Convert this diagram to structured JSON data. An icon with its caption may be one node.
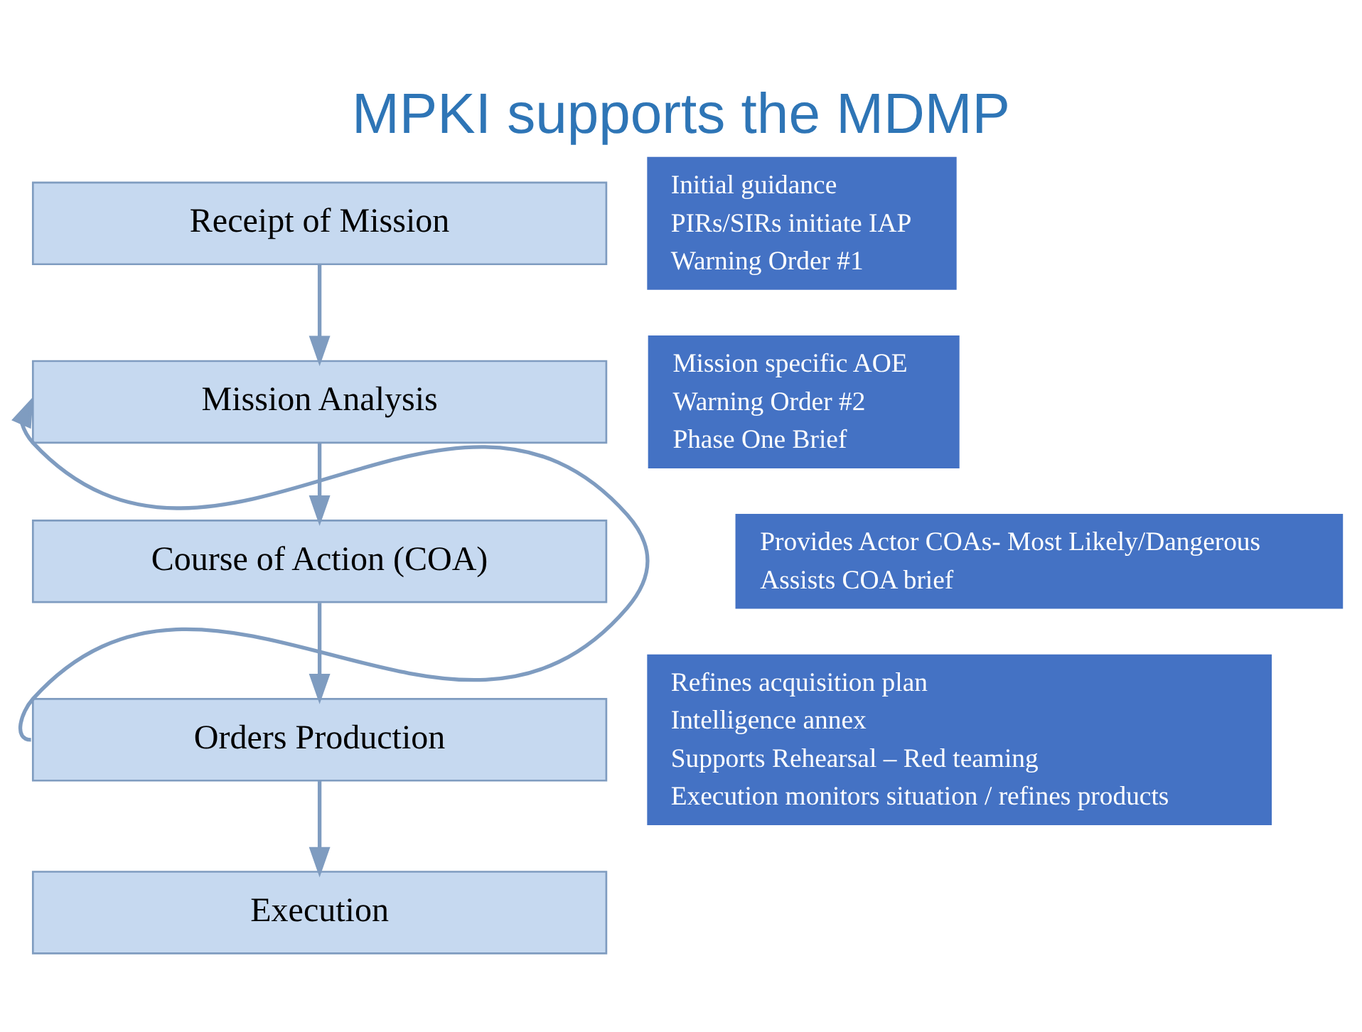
{
  "diagram": {
    "title": "MPKI supports the MDMP",
    "nodes": [
      {
        "text": [
          "Receipt of Mission"
        ]
      },
      {
        "text": [
          "Mission Analysis"
        ]
      },
      {
        "text": [
          "Course of Action (COA)"
        ]
      },
      {
        "text": [
          "Orders Production"
        ]
      },
      {
        "text": [
          "Execution"
        ]
      },
      {
        "text": [
          "Initial guidance",
          "PIRs/SIRs initiate IAP",
          "Warning Order #1"
        ]
      },
      {
        "text": [
          "Mission specific AOE",
          "Warning Order #2",
          "Phase One Brief"
        ]
      },
      {
        "text": [
          "Provides Actor COAs- Most Likely/Dangerous",
          "Assists COA brief"
        ]
      },
      {
        "text": [
          "Refines acquisition plan",
          "Intelligence annex",
          "Supports Rehearsal – Red teaming",
          "Execution monitors situation / refines products"
        ]
      }
    ],
    "edges": [
      {
        "from": 0,
        "to": 1,
        "arrow": "to"
      },
      {
        "from": 1,
        "to": 2,
        "arrow": "to"
      },
      {
        "from": 2,
        "to": 3,
        "arrow": "to"
      },
      {
        "from": 3,
        "to": 4,
        "arrow": "to"
      },
      {
        "from": 3,
        "to": 1,
        "arrow": "to"
      }
    ]
  }
}
